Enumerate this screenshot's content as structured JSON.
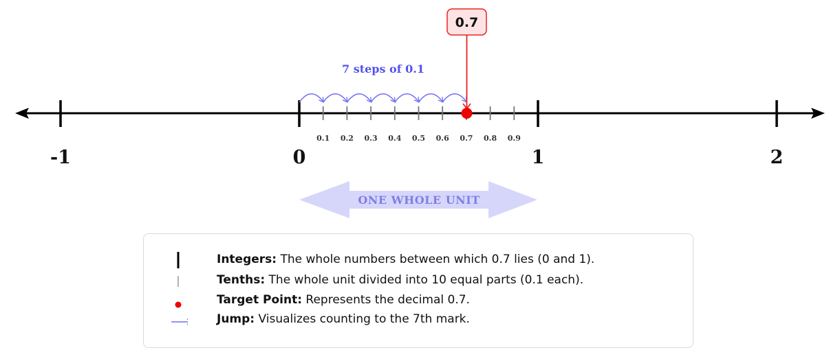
{
  "number_line": {
    "integers": [
      -1,
      0,
      1,
      2
    ],
    "integer_labels": [
      "-1",
      "0",
      "1",
      "2"
    ],
    "tenth_labels": [
      "0.1",
      "0.2",
      "0.3",
      "0.4",
      "0.5",
      "0.6",
      "0.7",
      "0.8",
      "0.9"
    ],
    "target_value": 0.7,
    "target_label": "0.7",
    "steps_label": "7 steps of 0.1",
    "step_count": 7,
    "unit_label": "ONE WHOLE UNIT"
  },
  "colors": {
    "axis": "#000000",
    "tenth_tick": "#777777",
    "target": "#ee0000",
    "jump": "#6f6ff0",
    "callout_fill": "#fde3e3",
    "unit_arrow": "#d6d6fb"
  },
  "legend": {
    "items": [
      {
        "icon": "thick-tick-icon",
        "term": "Integers:",
        "description": "The whole numbers between which 0.7 lies (0 and 1)."
      },
      {
        "icon": "thin-tick-icon",
        "term": "Tenths:",
        "description": "The whole unit divided into 10 equal parts (0.1 each)."
      },
      {
        "icon": "red-dot-icon",
        "term": "Target Point:",
        "description": "Represents the decimal 0.7."
      },
      {
        "icon": "arrow-icon",
        "term": "Jump:",
        "description": "Visualizes counting to the 7th mark."
      }
    ]
  }
}
